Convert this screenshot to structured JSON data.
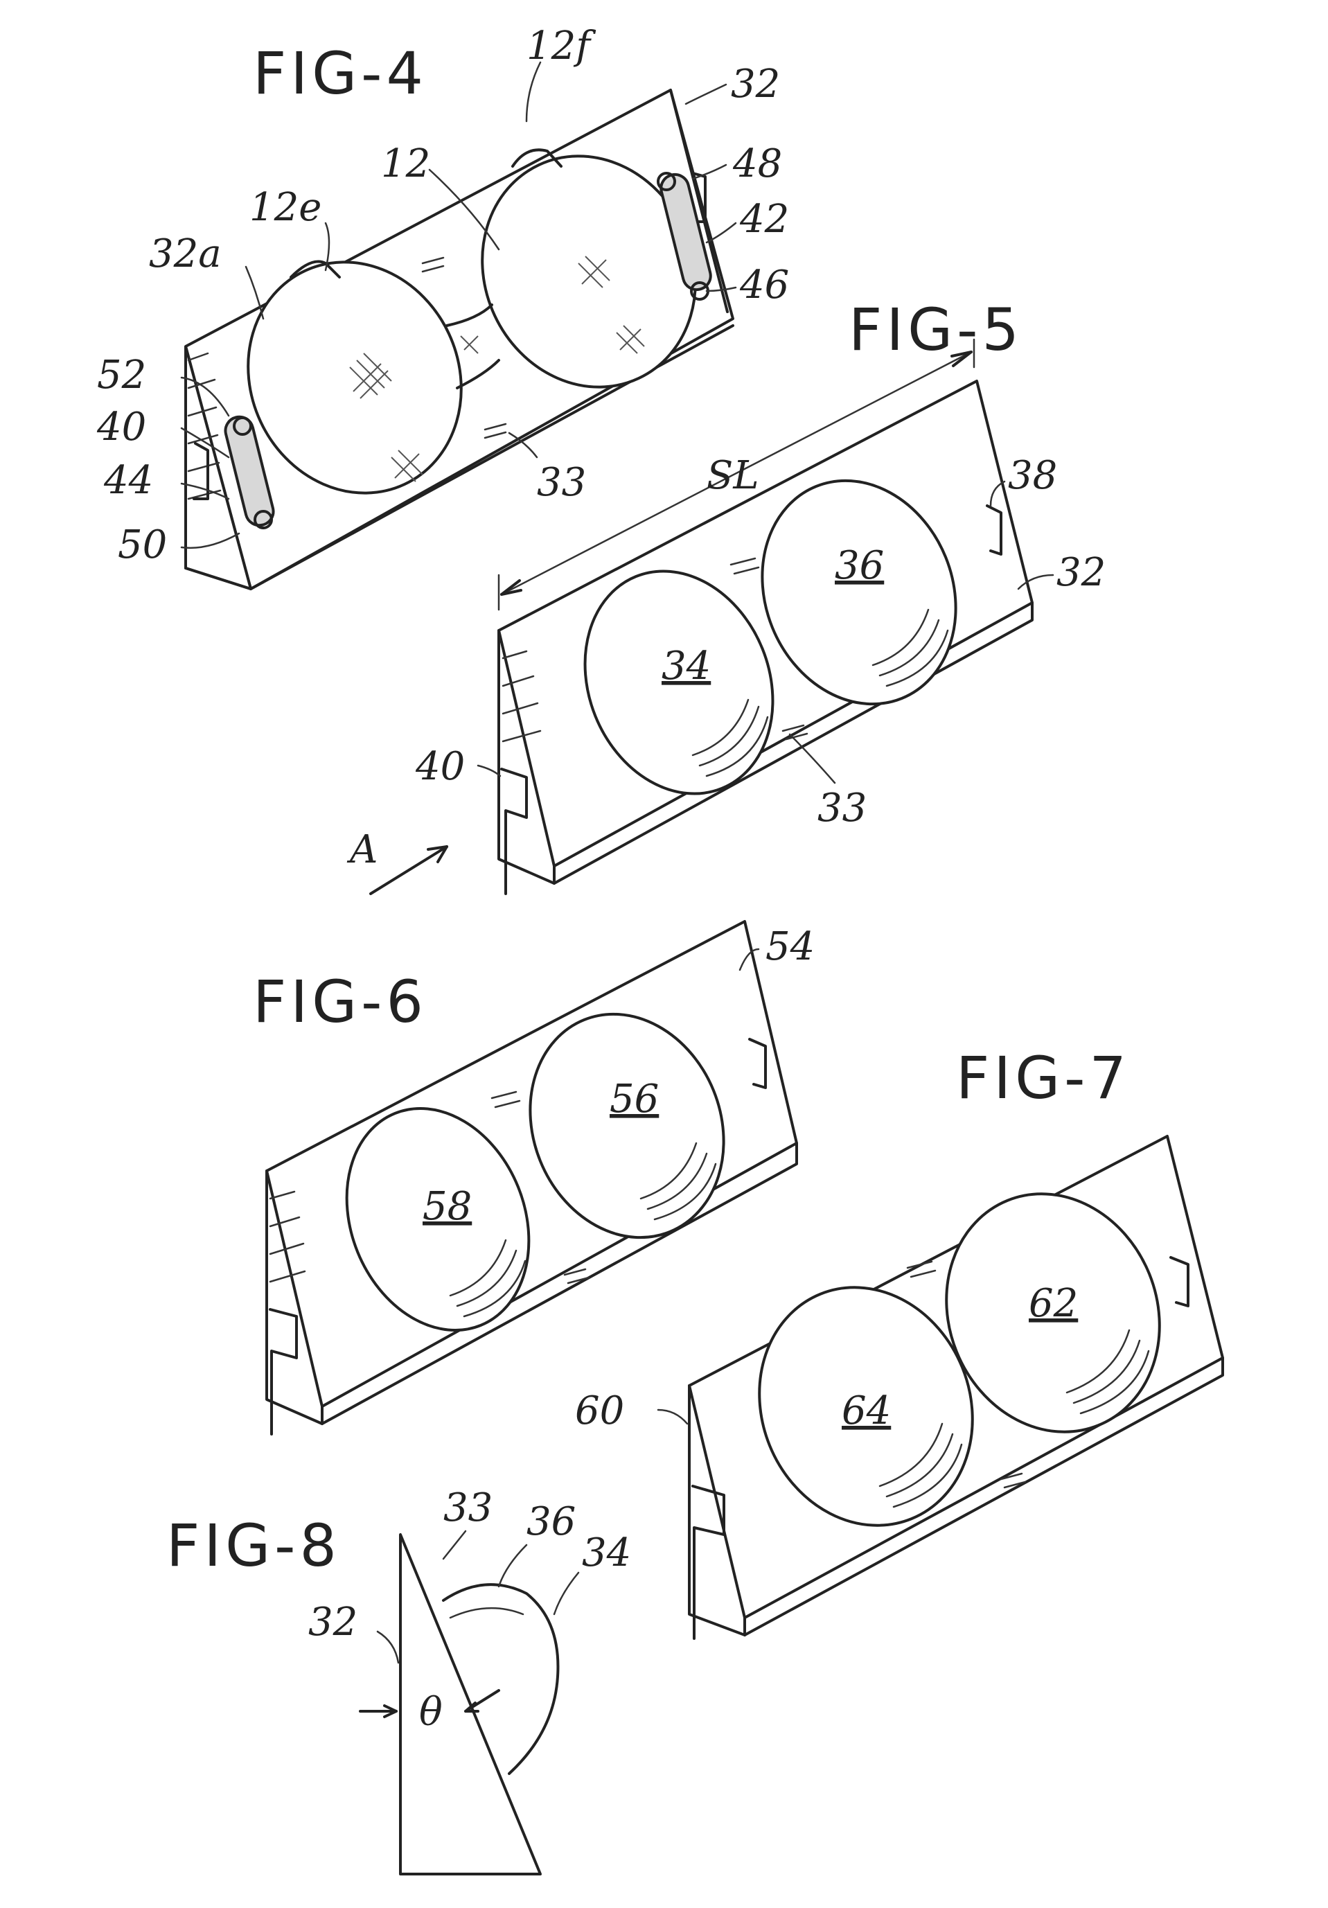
{
  "figures": {
    "fig4": "FIG-4",
    "fig5": "FIG-5",
    "fig6": "FIG-6",
    "fig7": "FIG-7",
    "fig8": "FIG-8"
  },
  "refs": {
    "r12f": "12f",
    "r32_fig4": "32",
    "r12": "12",
    "r48": "48",
    "r12e": "12e",
    "r42": "42",
    "r32a": "32a",
    "r46": "46",
    "r52": "52",
    "r40_fig4": "40",
    "r44": "44",
    "r33_fig4": "33",
    "r50": "50",
    "rSL": "SL",
    "r38": "38",
    "r36_fig5": "36",
    "r32_fig5": "32",
    "r34_fig5": "34",
    "r40_fig5": "40",
    "r33_fig5": "33",
    "rA": "A",
    "r54": "54",
    "r56": "56",
    "r58": "58",
    "r62": "62",
    "r64": "64",
    "r60": "60",
    "r33_fig8": "33",
    "r36_fig8": "36",
    "r34_fig8": "34",
    "r32_fig8": "32",
    "theta": "θ"
  }
}
